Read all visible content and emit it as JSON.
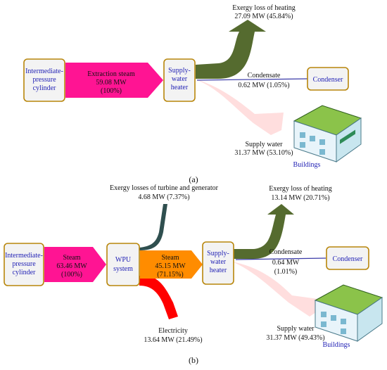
{
  "diagram_a": {
    "caption": "(a)",
    "source_line1": "Intermediate-",
    "source_line2": "pressure",
    "source_line3": "cylinder",
    "flow_label": "Extraction steam",
    "flow_value": "59.08 MW",
    "flow_pct": "(100%)",
    "heater_line1": "Supply-",
    "heater_line2": "water",
    "heater_line3": "heater",
    "loss_title": "Exergy loss of heating",
    "loss_value": "27.09 MW (45.84%)",
    "cond_title": "Condensate",
    "cond_value": "0.62 MW (1.05%)",
    "condenser": "Condenser",
    "supply_title": "Supply water",
    "supply_value": "31.37 MW (53.10%)",
    "buildings": "Buildings"
  },
  "diagram_b": {
    "caption": "(b)",
    "source_line1": "Intermediate-",
    "source_line2": "pressure",
    "source_line3": "cylinder",
    "steam_in_label": "Steam",
    "steam_in_value": "63.46 MW",
    "steam_in_pct": "(100%)",
    "wpu_line1": "WPU",
    "wpu_line2": "system",
    "turbine_loss_title": "Exergy losses of turbine and generator",
    "turbine_loss_value": "4.68 MW (7.37%)",
    "steam_out_label": "Steam",
    "steam_out_value": "45.15 MW",
    "steam_out_pct": "(71.15%)",
    "heater_line1": "Supply-",
    "heater_line2": "water",
    "heater_line3": "heater",
    "loss_title": "Exergy loss of heating",
    "loss_value": "13.14 MW (20.71%)",
    "cond_title": "Condensate",
    "cond_value": "0.64 MW",
    "cond_pct": "(1.01%)",
    "condenser": "Condenser",
    "elec_title": "Electricity",
    "elec_value": "13.64 MW (21.49%)",
    "supply_title": "Supply water",
    "supply_value": "31.37 MW (49.43%)",
    "buildings": "Buildings"
  },
  "colors": {
    "magenta_flow": "#ff1493",
    "orange_flow": "#ff8c00",
    "heating_loss": "#556b2f",
    "supply_water": "#ffd6d6",
    "turbine_loss": "#2f4f4f",
    "electricity": "#ff0000",
    "condensate_line": "#3a3aa8",
    "box_border": "#b8860b",
    "label_blue": "#1f1fb4"
  },
  "icons": {
    "building": "building-icon"
  }
}
